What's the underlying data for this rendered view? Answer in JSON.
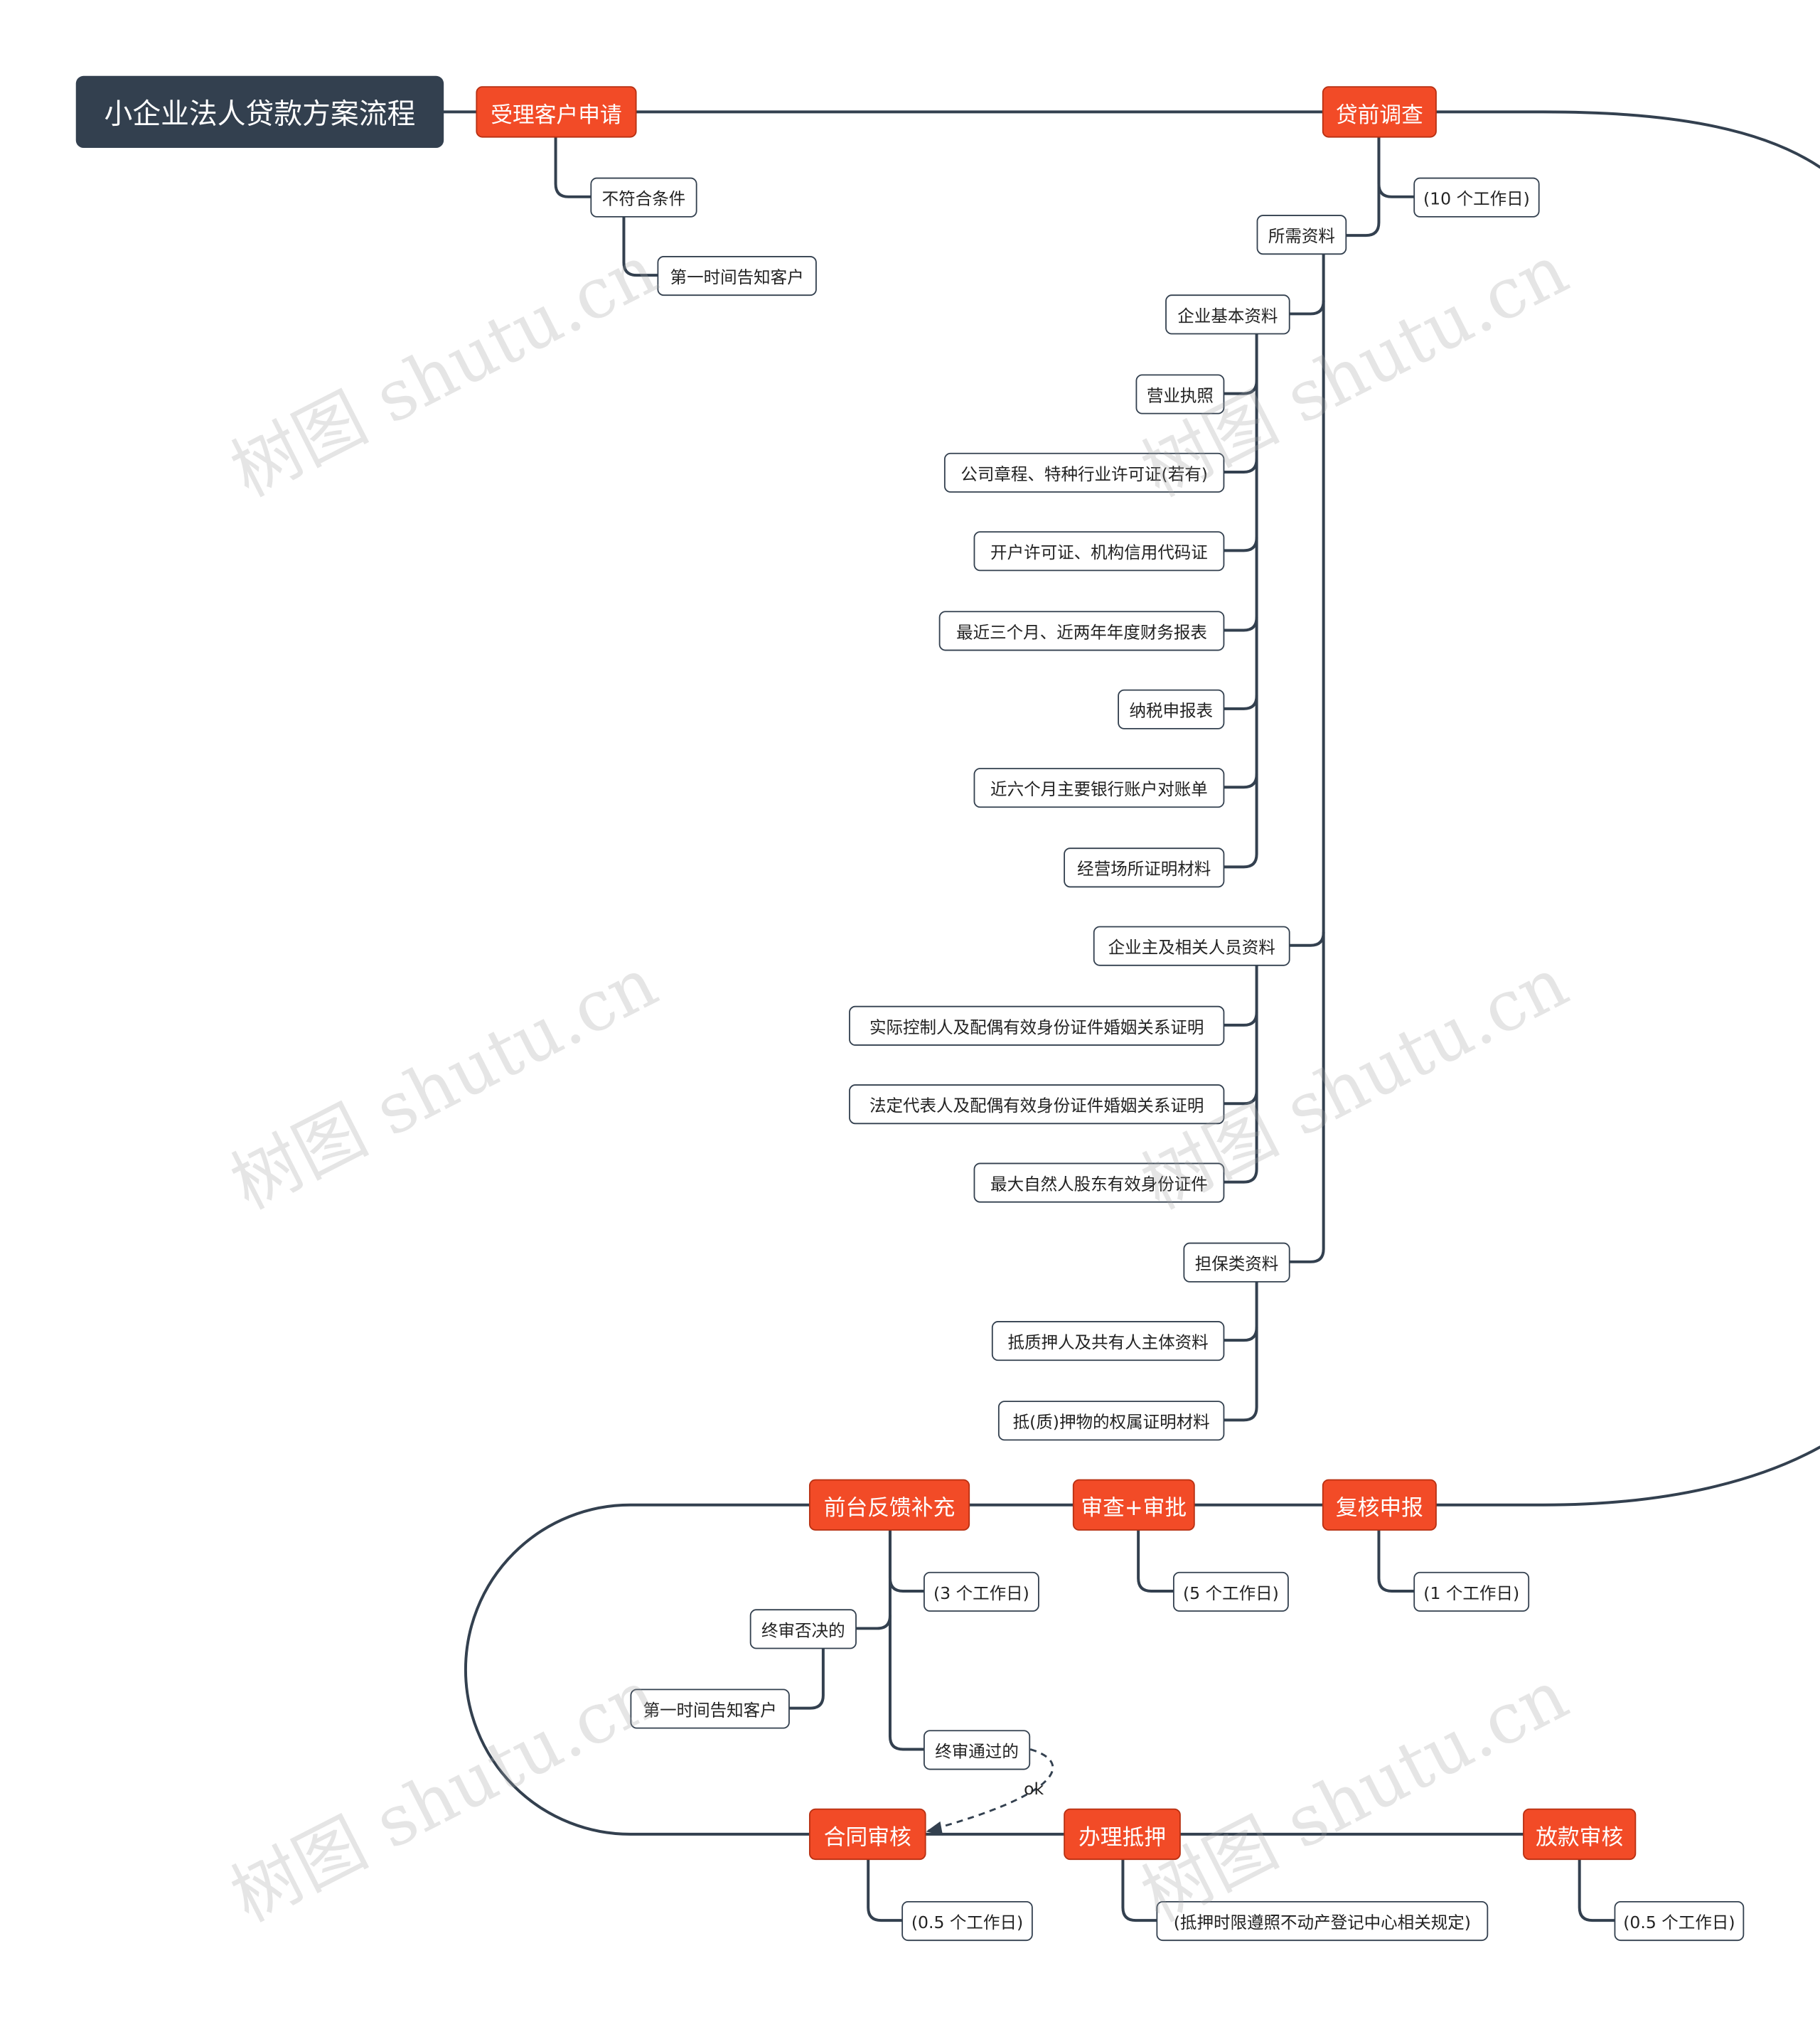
{
  "root": {
    "title": "小企业法人贷款方案流程"
  },
  "steps": {
    "accept": "受理客户申请",
    "pre_survey": "贷前调查",
    "review_report": "复核申报",
    "review_approve": "审查+审批",
    "front_feedback": "前台反馈补充",
    "contract_review": "合同审核",
    "mortgage": "办理抵押",
    "loan_review": "放款审核"
  },
  "accept_branch": {
    "not_qualified": "不符合条件",
    "notify_customer": "第一时间告知客户"
  },
  "pre_survey_branch": {
    "duration": "(10 个工作日)",
    "required_materials": "所需资料",
    "enterprise_basic": "企业基本资料",
    "enterprise_items": [
      "营业执照",
      "公司章程、特种行业许可证(若有)",
      "开户许可证、机构信用代码证",
      "最近三个月、近两年年度财务报表",
      "纳税申报表",
      "近六个月主要银行账户对账单",
      "经营场所证明材料"
    ],
    "owner_related": "企业主及相关人员资料",
    "owner_items": [
      "实际控制人及配偶有效身份证件婚姻关系证明",
      "法定代表人及配偶有效身份证件婚姻关系证明",
      "最大自然人股东有效身份证件"
    ],
    "guarantee": "担保类资料",
    "guarantee_items": [
      "抵质押人及共有人主体资料",
      "抵(质)押物的权属证明材料"
    ]
  },
  "review_report_branch": {
    "duration": "(1 个工作日)"
  },
  "review_approve_branch": {
    "duration": "(5 个工作日)"
  },
  "front_feedback_branch": {
    "duration": "(3 个工作日)",
    "final_rejected": "终审否决的",
    "notify_customer": "第一时间告知客户",
    "final_passed": "终审通过的",
    "link_label": "ok"
  },
  "contract_review_branch": {
    "duration": "(0.5 个工作日)"
  },
  "mortgage_branch": {
    "duration": "(抵押时限遵照不动产登记中心相关规定)"
  },
  "loan_review_branch": {
    "duration": "(0.5 个工作日)"
  },
  "watermark": "树图 shutu.cn",
  "colors": {
    "root": "#33404f",
    "main": "#f24b27",
    "line": "#33404f"
  }
}
